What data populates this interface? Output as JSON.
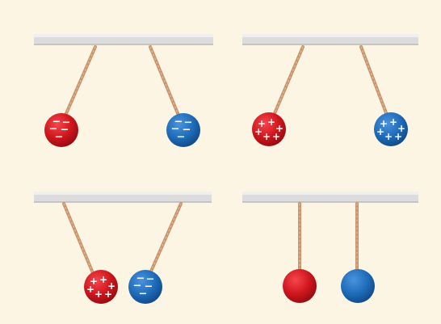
{
  "colors": {
    "background": "#fdf5e4",
    "positive_ball": "#d0161d",
    "negative_ball": "#1f6cba",
    "string": "#c8936a",
    "support_bar": "#dcdcdc"
  },
  "panels": [
    {
      "id": "negative-negative",
      "interaction": "repel",
      "balls": [
        {
          "color": "red",
          "charge": "-",
          "charge_symbols": [
            "−",
            "−",
            "−",
            "−",
            "−"
          ]
        },
        {
          "color": "blue",
          "charge": "-",
          "charge_symbols": [
            "−",
            "−",
            "−",
            "−",
            "−"
          ]
        }
      ]
    },
    {
      "id": "positive-positive",
      "interaction": "repel",
      "balls": [
        {
          "color": "red",
          "charge": "+",
          "charge_symbols": [
            "+",
            "+",
            "+",
            "+",
            "+",
            "+"
          ]
        },
        {
          "color": "blue",
          "charge": "+",
          "charge_symbols": [
            "+",
            "+",
            "+",
            "+",
            "+",
            "+"
          ]
        }
      ]
    },
    {
      "id": "positive-negative",
      "interaction": "attract",
      "balls": [
        {
          "color": "red",
          "charge": "+",
          "charge_symbols": [
            "+",
            "+",
            "+",
            "+",
            "+",
            "+"
          ]
        },
        {
          "color": "blue",
          "charge": "-",
          "charge_symbols": [
            "−",
            "−",
            "−",
            "−",
            "−"
          ]
        }
      ]
    },
    {
      "id": "neutral-neutral",
      "interaction": "none",
      "balls": [
        {
          "color": "red",
          "charge": "none",
          "charge_symbols": []
        },
        {
          "color": "blue",
          "charge": "none",
          "charge_symbols": []
        }
      ]
    }
  ]
}
